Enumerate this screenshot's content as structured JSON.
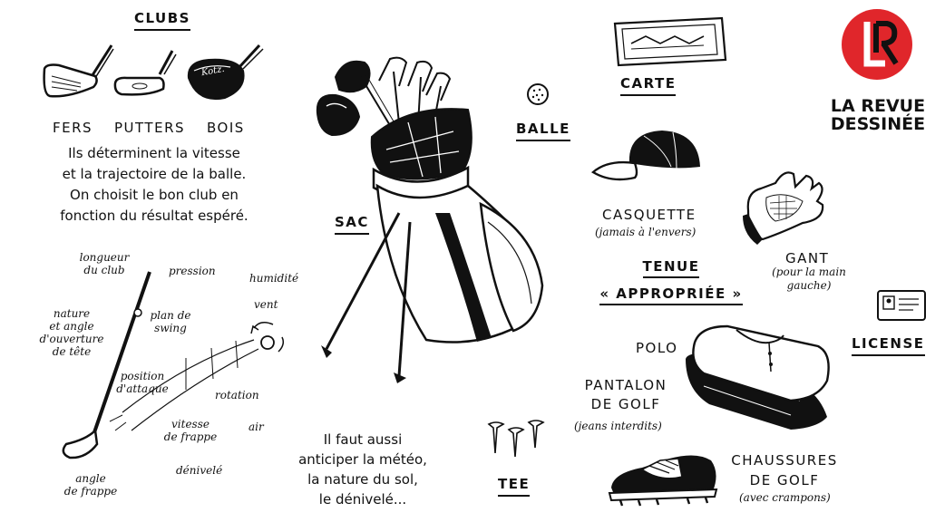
{
  "brand": {
    "logo_letters": "LR",
    "name_line1": "LA REVUE",
    "name_line2": "DESSINÉE",
    "accent": "#e0262b"
  },
  "clubs": {
    "heading": "CLUBS",
    "items": [
      "FERS",
      "PUTTERS",
      "BOIS"
    ],
    "wood_marking": "Kotz.",
    "description": [
      "Ils déterminent la vitesse",
      "et la trajectoire de la balle.",
      "On choisit le bon club en",
      "fonction du résultat espéré."
    ]
  },
  "swing": {
    "labels": {
      "club_length": [
        "longueur",
        "du club"
      ],
      "pressure": "pression",
      "humidity": "humidité",
      "wind": "vent",
      "head_angle": [
        "nature",
        "et angle",
        "d'ouverture",
        "de tête"
      ],
      "swing_plane": [
        "plan de",
        "swing"
      ],
      "attack_position": [
        "position",
        "d'attaque"
      ],
      "rotation": "rotation",
      "strike_speed": [
        "vitesse",
        "de frappe"
      ],
      "air": "air",
      "slope": "dénivelé",
      "strike_angle": [
        "angle",
        "de frappe"
      ]
    }
  },
  "bag": {
    "label": "SAC"
  },
  "weather_note": [
    "Il faut aussi",
    "anticiper la météo,",
    "la nature du sol,",
    "le dénivelé..."
  ],
  "ball": {
    "label": "BALLE"
  },
  "tee": {
    "label": "TEE"
  },
  "card": {
    "label": "CARTE"
  },
  "outfit": {
    "heading_line1": "TENUE",
    "heading_line2": "« APPROPRIÉE »",
    "cap": {
      "label": "CASQUETTE",
      "note": "(jamais à l'envers)"
    },
    "glove": {
      "label": "GANT",
      "note": [
        "(pour la main",
        "gauche)"
      ]
    },
    "license": {
      "label": "LICENSE"
    },
    "polo": {
      "label": "POLO"
    },
    "trousers": {
      "label_line1": "PANTALON",
      "label_line2": "DE GOLF",
      "note": "(jeans interdits)"
    },
    "shoes": {
      "label_line1": "CHAUSSURES",
      "label_line2": "DE GOLF",
      "note": "(avec crampons)"
    }
  }
}
